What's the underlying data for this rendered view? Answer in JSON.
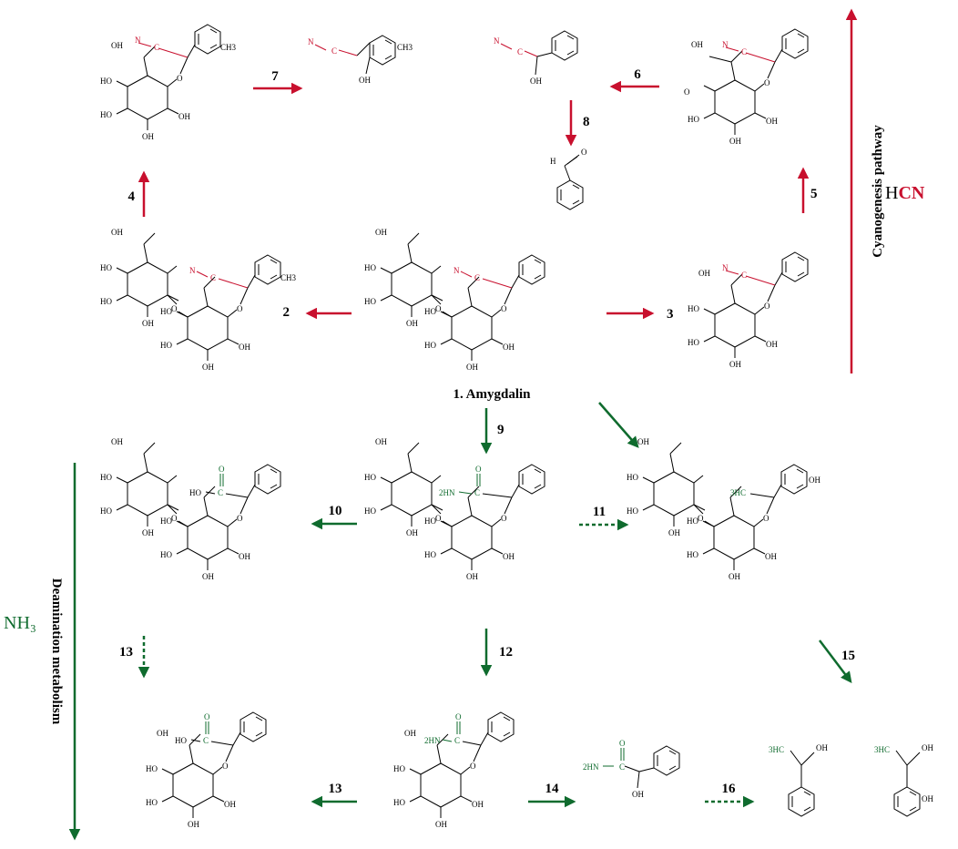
{
  "colors": {
    "red": "#c8102e",
    "green": "#0f6b2e",
    "black": "#000000"
  },
  "pathways": {
    "cyanogenesis": {
      "title": "Cyanogenesis pathway",
      "gas_h": "H",
      "gas_cn": "CN"
    },
    "deamination": {
      "title": "Deamination metabolism",
      "gas": "NH₃"
    }
  },
  "compound_labels": {
    "c1": "1. Amygdalin",
    "c2": "2",
    "c3": "3"
  },
  "step_labels": {
    "s4": "4",
    "s5": "5",
    "s6": "6",
    "s7": "7",
    "s8": "8",
    "s9": "9",
    "s10": "10",
    "s11": "11",
    "s12": "12",
    "s13a": "13",
    "s13b": "13",
    "s14": "14",
    "s15": "15",
    "s16": "16"
  },
  "atoms": {
    "oh": "OH",
    "o": "O",
    "n": "N",
    "c": "C",
    "ch3": "CH3",
    "h": "H",
    "ho": "HO",
    "nh2": "2HN",
    "h3c": "3HC"
  }
}
